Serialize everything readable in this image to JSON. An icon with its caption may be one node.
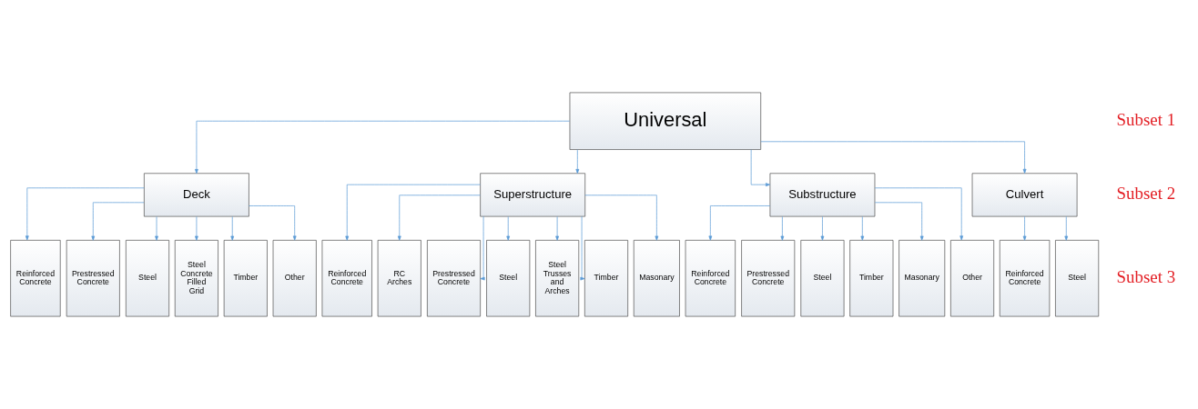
{
  "diagram": {
    "nodes": [
      {
        "text": [
          "Universal"
        ]
      },
      {
        "text": [
          "Deck"
        ]
      },
      {
        "text": [
          "Superstructure"
        ]
      },
      {
        "text": [
          "Substructure"
        ]
      },
      {
        "text": [
          "Culvert"
        ]
      },
      {
        "text": [
          "Reinforced Concrete"
        ]
      },
      {
        "text": [
          "Prestressed Concrete"
        ]
      },
      {
        "text": [
          "Steel"
        ]
      },
      {
        "text": [
          "Steel Concrete Filled Grid"
        ]
      },
      {
        "text": [
          "Timber"
        ]
      },
      {
        "text": [
          "Other"
        ]
      },
      {
        "text": [
          "Reinforced Concrete"
        ]
      },
      {
        "text": [
          "RC Arches"
        ]
      },
      {
        "text": [
          "Prestressed Concrete"
        ]
      },
      {
        "text": [
          "Steel"
        ]
      },
      {
        "text": [
          "Steel Trusses and Arches"
        ]
      },
      {
        "text": [
          "Timber"
        ]
      },
      {
        "text": [
          "Masonary"
        ]
      },
      {
        "text": [
          "Reinforced Concrete"
        ]
      },
      {
        "text": [
          "Prestressed Concrete"
        ]
      },
      {
        "text": [
          "Steel"
        ]
      },
      {
        "text": [
          "Timber"
        ]
      },
      {
        "text": [
          "Masonary"
        ]
      },
      {
        "text": [
          "Other"
        ]
      },
      {
        "text": [
          "Reinforced Concrete"
        ]
      },
      {
        "text": [
          "Steel"
        ]
      }
    ],
    "edges": [
      {
        "from": 0,
        "to": 1,
        "arrow": "to"
      },
      {
        "from": 0,
        "to": 2,
        "arrow": "to"
      },
      {
        "from": 0,
        "to": 3,
        "arrow": "to"
      },
      {
        "from": 0,
        "to": 4,
        "arrow": "to"
      },
      {
        "from": 1,
        "to": 5,
        "arrow": "to"
      },
      {
        "from": 1,
        "to": 6,
        "arrow": "to"
      },
      {
        "from": 1,
        "to": 7,
        "arrow": "to"
      },
      {
        "from": 1,
        "to": 8,
        "arrow": "to"
      },
      {
        "from": 1,
        "to": 9,
        "arrow": "to"
      },
      {
        "from": 1,
        "to": 10,
        "arrow": "to"
      },
      {
        "from": 2,
        "to": 11,
        "arrow": "to"
      },
      {
        "from": 2,
        "to": 12,
        "arrow": "to"
      },
      {
        "from": 2,
        "to": 13,
        "arrow": "to"
      },
      {
        "from": 2,
        "to": 14,
        "arrow": "to"
      },
      {
        "from": 2,
        "to": 15,
        "arrow": "to"
      },
      {
        "from": 2,
        "to": 16,
        "arrow": "to"
      },
      {
        "from": 2,
        "to": 17,
        "arrow": "to"
      },
      {
        "from": 3,
        "to": 18,
        "arrow": "to"
      },
      {
        "from": 3,
        "to": 19,
        "arrow": "to"
      },
      {
        "from": 3,
        "to": 20,
        "arrow": "to"
      },
      {
        "from": 3,
        "to": 21,
        "arrow": "to"
      },
      {
        "from": 3,
        "to": 22,
        "arrow": "to"
      },
      {
        "from": 3,
        "to": 23,
        "arrow": "to"
      },
      {
        "from": 4,
        "to": 24,
        "arrow": "to"
      },
      {
        "from": 4,
        "to": 25,
        "arrow": "to"
      }
    ],
    "labels": [
      "Subset 1",
      "Subset 2",
      "Subset 3"
    ]
  }
}
